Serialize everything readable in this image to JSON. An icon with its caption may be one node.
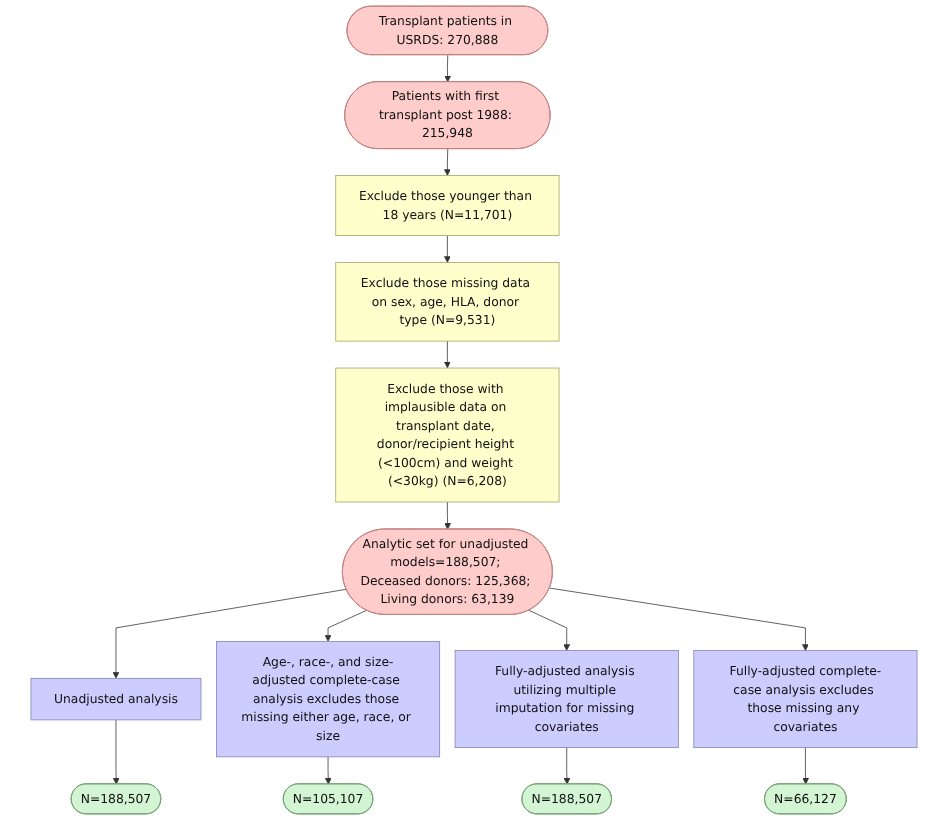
{
  "diagram": {
    "nodes": [
      {
        "text": [
          "Transplant patients in USRDS: 270,888"
        ]
      },
      {
        "text": [
          "Patients with first transplant post 1988: 215,948"
        ]
      },
      {
        "text": [
          "Exclude those younger than 18 years (N=11,701)"
        ]
      },
      {
        "text": [
          "Exclude those missing data on sex, age, HLA, donor type (N=9,531)"
        ]
      },
      {
        "text": [
          "Exclude those with implausible data on transplant date, donor/recipient height (<100cm) and weight (<30kg) (N=6,208)"
        ]
      },
      {
        "text": [
          "Analytic set for unadjusted models=188,507; Deceased donors: 125,368; Living donors: 63,139"
        ]
      },
      {
        "text": [
          "Unadjusted analysis"
        ]
      },
      {
        "text": [
          "Age-, race-, and size-adjusted complete-case analysis excludes those missing either age, race, or size"
        ]
      },
      {
        "text": [
          "Fully-adjusted analysis utilizing multiple imputation for missing covariates"
        ]
      },
      {
        "text": [
          "Fully-adjusted complete-case analysis excludes those missing any covariates"
        ]
      },
      {
        "text": [
          "N=188,507"
        ]
      },
      {
        "text": [
          "N=105,107"
        ]
      },
      {
        "text": [
          "N=188,507"
        ]
      },
      {
        "text": [
          "N=66,127"
        ]
      }
    ],
    "edges": [
      {
        "from": 0,
        "to": 1,
        "arrow": "to"
      },
      {
        "from": 1,
        "to": 2,
        "arrow": "to"
      },
      {
        "from": 2,
        "to": 3,
        "arrow": "to"
      },
      {
        "from": 3,
        "to": 4,
        "arrow": "to"
      },
      {
        "from": 4,
        "to": 5,
        "arrow": "to"
      },
      {
        "from": 5,
        "to": 6,
        "arrow": "to"
      },
      {
        "from": 5,
        "to": 7,
        "arrow": "to"
      },
      {
        "from": 5,
        "to": 8,
        "arrow": "to"
      },
      {
        "from": 5,
        "to": 9,
        "arrow": "to"
      },
      {
        "from": 6,
        "to": 10,
        "arrow": "to"
      },
      {
        "from": 7,
        "to": 11,
        "arrow": "to"
      },
      {
        "from": 8,
        "to": 12,
        "arrow": "to"
      },
      {
        "from": 9,
        "to": 13,
        "arrow": "to"
      }
    ]
  }
}
